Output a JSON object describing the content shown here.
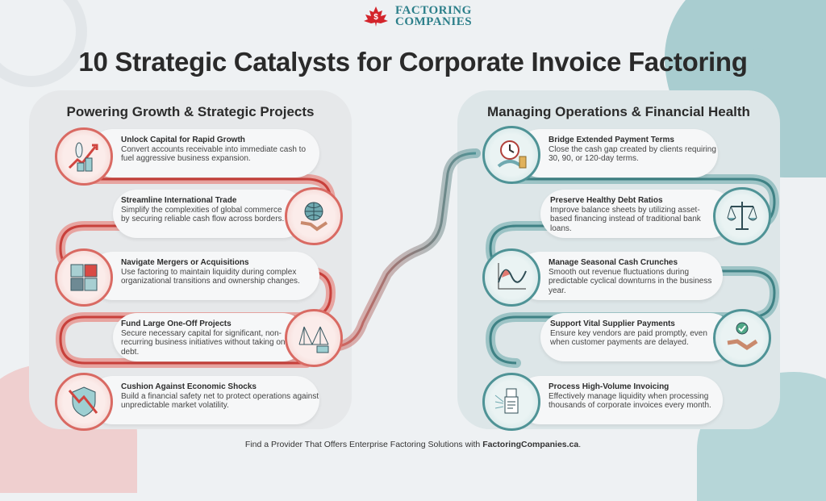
{
  "logo": {
    "line1": "FACTORING",
    "line2": "COMPANIES",
    "icon": "maple-leaf-dollar-icon"
  },
  "title": "10 Strategic Catalysts for Corporate Invoice Factoring",
  "colors": {
    "red_track": "#d9605a",
    "teal_track": "#4f9396",
    "logo_teal": "#2c7f8a",
    "logo_red": "#d3242b"
  },
  "left_panel": {
    "title": "Powering Growth & Strategic Projects",
    "items": [
      {
        "title": "Unlock Capital for Rapid Growth",
        "desc": "Convert accounts receivable into immediate cash to fuel aggressive business expansion.",
        "icon": "rocket-coins-icon"
      },
      {
        "title": "Streamline International Trade",
        "desc": "Simplify the complexities of global commerce by securing reliable cash flow across borders.",
        "icon": "globe-handshake-icon"
      },
      {
        "title": "Navigate Mergers or Acquisitions",
        "desc": "Use factoring to maintain liquidity during complex organizational transitions and ownership changes.",
        "icon": "puzzle-pieces-icon"
      },
      {
        "title": "Fund Large One-Off Projects",
        "desc": "Secure necessary capital for significant, non- recurring business initiatives without taking on debt.",
        "icon": "bridge-construction-icon"
      },
      {
        "title": "Cushion Against Economic Shocks",
        "desc": "Build a financial safety net to protect operations against unpredictable market volatility.",
        "icon": "shield-downtrend-icon"
      }
    ]
  },
  "right_panel": {
    "title": "Managing Operations & Financial Health",
    "items": [
      {
        "title": "Bridge Extended Payment Terms",
        "desc": "Close the cash gap created by clients requiring 30, 90, or 120-day terms.",
        "icon": "clock-bridge-coins-icon"
      },
      {
        "title": "Preserve Healthy Debt Ratios",
        "desc": "Improve balance sheets by utilizing asset-based financing instead of traditional bank loans.",
        "icon": "balance-scale-icon"
      },
      {
        "title": "Manage Seasonal Cash Crunches",
        "desc": "Smooth out revenue fluctuations during predictable cyclical downturns in the business year.",
        "icon": "seasonal-wave-chart-icon"
      },
      {
        "title": "Support Vital Supplier Payments",
        "desc": "Ensure key vendors are paid promptly, even when customer payments are delayed.",
        "icon": "handshake-check-icon"
      },
      {
        "title": "Process High-Volume Invoicing",
        "desc": "Effectively manage liquidity when processing thousands of corporate invoices every month.",
        "icon": "invoice-stack-icon"
      }
    ]
  },
  "footer": {
    "prefix": "Find a Provider That Offers Enterprise Factoring Solutions with ",
    "link": "FactoringCompanies.ca",
    "suffix": "."
  }
}
